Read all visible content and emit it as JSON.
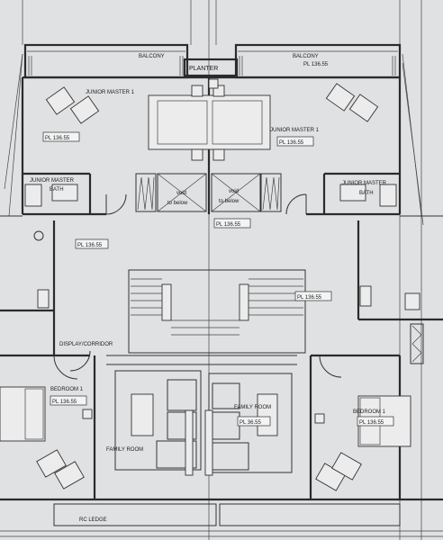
{
  "labels": {
    "balcony_left": "BALCONY",
    "balcony_right": "BALCONY",
    "balcony_right_sub": "PL 136.55",
    "planter": "PLANTER",
    "junior_master_left": "JUNIOR MASTER 1",
    "junior_master_right": "JUNIOR MASTER 1",
    "jm_bath_left_1": "JUNIOR MASTER",
    "jm_bath_left_2": "BATH",
    "jm_bath_right_1": "JUNIOR MASTER",
    "jm_bath_right_2": "BATH",
    "void_left_1": "void",
    "void_left_2": "to below",
    "void_right_1": "void",
    "void_right_2": "to below",
    "display_corridor": "DISPLAY/CORRIDOR",
    "bedroom_left": "BEDROOM 1",
    "bedroom_right": "BEDROOM 1",
    "family_room_left": "FAMILY ROOM",
    "family_room_right": "FAMILY ROOM",
    "rc_ledge": "RC LEDGE"
  },
  "levels": {
    "jm_left": "PL 136.55",
    "jm_right": "PL 136.55",
    "center": "PL 136.55",
    "corridor_left": "PL 136.55",
    "corridor_right": "PL 136.55",
    "bedroom_left": "PL 136.55",
    "family_right": "PL 36.55",
    "bedroom_right": "PL 136.55"
  },
  "colors": {
    "paper": "#d9dadc",
    "ink": "#2b2b2b"
  }
}
